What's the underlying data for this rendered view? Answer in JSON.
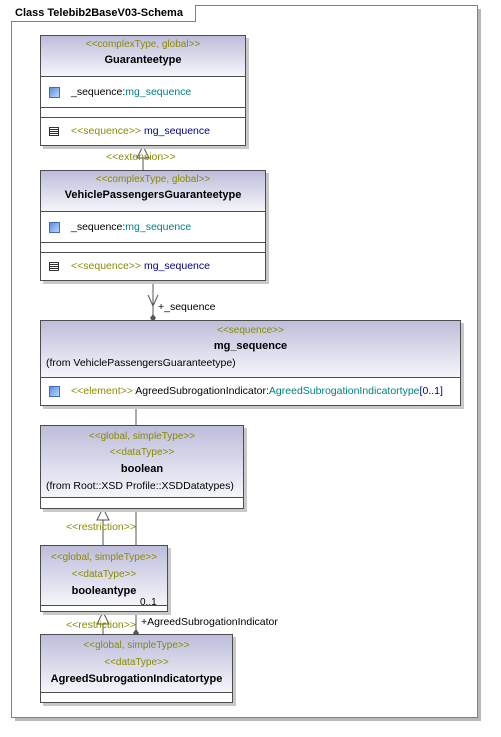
{
  "frame": {
    "title": "Class Telebib2BaseV03-Schema"
  },
  "classes": {
    "guaranteetype": {
      "stereotype": "<<complexType, global>>",
      "name": "Guaranteetype",
      "attr_prefix": "_sequence:",
      "attr_type": "mg_sequence",
      "op_stereo": "<<sequence>>",
      "op_name": "mg_sequence"
    },
    "vehicle": {
      "stereotype": "<<complexType, global>>",
      "name": "VehiclePassengersGuaranteetype",
      "attr_prefix": "_sequence:",
      "attr_type": "mg_sequence",
      "op_stereo": "<<sequence>>",
      "op_name": "mg_sequence"
    },
    "mgseq": {
      "stereotype": "<<sequence>>",
      "name": "mg_sequence",
      "from": "(from VehiclePassengersGuaranteetype)",
      "attr_stereo": "<<element>>",
      "attr_name": "AgreedSubrogationIndicator:",
      "attr_type": "AgreedSubrogationIndicatortype",
      "attr_mult": "[0..1]"
    },
    "boolean": {
      "stereotype1": "<<global, simpleType>>",
      "stereotype2": "<<dataType>>",
      "name": "boolean",
      "from": "(from Root::XSD Profile::XSDDatatypes)"
    },
    "booleantype": {
      "stereotype1": "<<global, simpleType>>",
      "stereotype2": "<<dataType>>",
      "name": "booleantype"
    },
    "agreed": {
      "stereotype1": "<<global, simpleType>>",
      "stereotype2": "<<dataType>>",
      "name": "AgreedSubrogationIndicatortype"
    }
  },
  "connectors": {
    "extension": "<<extension>>",
    "restriction1": "<<restriction>>",
    "restriction2": "<<restriction>>",
    "role_sequence": "+_sequence",
    "role_agreed": "+AgreedSubrogationIndicator",
    "multiplicity": "0..1"
  }
}
